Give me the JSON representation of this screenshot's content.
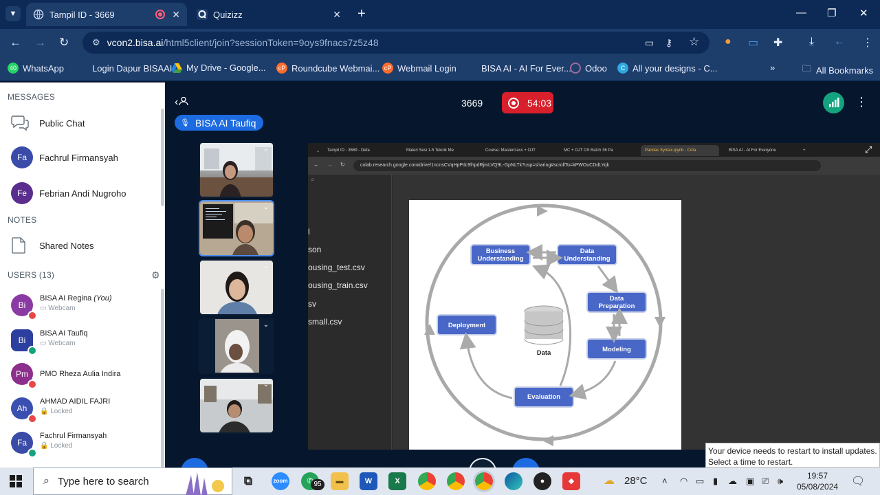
{
  "browser": {
    "tabs": [
      {
        "title": "Tampil ID - 3669",
        "active": true
      },
      {
        "title": "Quizizz",
        "active": false
      }
    ],
    "url_host": "vcon2.bisa.ai",
    "url_path": "/html5client/join?sessionToken=9oys9fnacs7z5z48",
    "bookmarks": [
      {
        "label": "WhatsApp",
        "icon": "whatsapp-icon",
        "badge": "40"
      },
      {
        "label": "Login Dapur BISAAI",
        "icon": "globe-icon"
      },
      {
        "label": "My Drive - Google...",
        "icon": "google-drive-icon"
      },
      {
        "label": "Roundcube Webmai...",
        "icon": "cpanel-icon"
      },
      {
        "label": "Webmail Login",
        "icon": "cpanel-icon"
      },
      {
        "label": "BISA AI - AI For Ever...",
        "icon": "bisa-icon"
      },
      {
        "label": "Odoo",
        "icon": "odoo-icon"
      },
      {
        "label": "All your designs - C...",
        "icon": "canva-icon"
      }
    ],
    "all_bookmarks_label": "All Bookmarks"
  },
  "sidebar": {
    "messages_title": "MESSAGES",
    "public_chat": "Public Chat",
    "chats": [
      {
        "initials": "Fa",
        "name": "Fachrul Firmansyah",
        "color": "#3a4ba8"
      },
      {
        "initials": "Fe",
        "name": "Febrian Andi Nugroho",
        "color": "#5a2d8f"
      }
    ],
    "notes_title": "NOTES",
    "shared_notes": "Shared Notes",
    "users_title": "USERS (13)",
    "users": [
      {
        "initials": "Bi",
        "name": "BISA AI Regina",
        "you": "(You)",
        "status": "Webcam",
        "color": "#8c3aa3",
        "shape": "circle",
        "mic": "muted"
      },
      {
        "initials": "Bi",
        "name": "BISA AI Taufiq",
        "you": "",
        "status": "Webcam",
        "color": "#2c3f9e",
        "shape": "square",
        "mic": "active"
      },
      {
        "initials": "Pm",
        "name": "PMO Rheza Aulia Indira",
        "you": "",
        "status": "",
        "color": "#8c2f8c",
        "shape": "circle",
        "mic": "muted"
      },
      {
        "initials": "Ah",
        "name": "AHMAD AIDIL FAJRI",
        "you": "",
        "status": "Locked",
        "color": "#3b4fb0",
        "shape": "circle",
        "mic": "muted"
      },
      {
        "initials": "Fa",
        "name": "Fachrul Firmansyah",
        "you": "",
        "status": "Locked",
        "color": "#3a4ba8",
        "shape": "circle",
        "mic": "active"
      }
    ]
  },
  "meeting": {
    "name": "3669",
    "timer": "54:03",
    "talker": "BISA AI Taufiq"
  },
  "screenshare": {
    "tabs": [
      "Tampil ID - 3669 - Defa",
      "Materi Sesi 1-5 Teknik Me",
      "Course: Masterclass + OJT",
      "MC + OJT DS Batch 36 Pa",
      "Pandas Syntax.ipynb - Cola",
      "BISA AI - AI For Everyone"
    ],
    "url": "colab.research.google.com/drive/1ncnsCVqHpPdc9lhpdRjmLVQ9L-GpNLTk?usp=sharing#scrollTo=kPWOuCDdLYqk",
    "files": [
      "l",
      "son",
      "ousing_test.csv",
      "ousing_train.csv",
      "sv",
      "small.csv"
    ],
    "diagram": {
      "business_understanding": "Business Understanding",
      "data_understanding": "Data Understanding",
      "data_preparation": "Data Preparation",
      "modeling": "Modeling",
      "evaluation": "Evaluation",
      "deployment": "Deployment",
      "data": "Data"
    }
  },
  "notification": {
    "line1": "Your device needs to restart to install updates.",
    "line2": "Select a time to restart."
  },
  "taskbar": {
    "search_placeholder": "Type here to search",
    "whatsapp_badge": "95",
    "weather": "28°C",
    "time": "19:57",
    "date": "05/08/2024"
  }
}
